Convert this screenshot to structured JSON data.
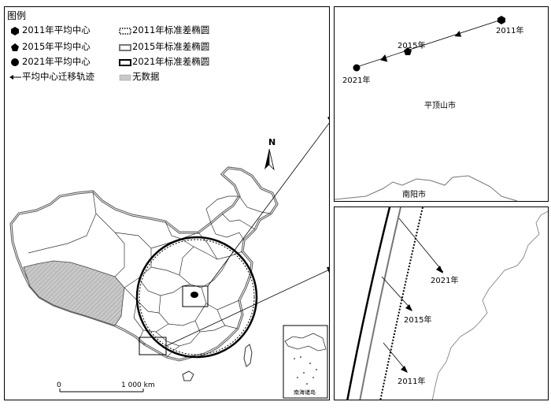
{
  "legend": {
    "title": "图例",
    "items": [
      {
        "key": "c2011",
        "label": "2011年平均中心",
        "icon": "hexagon-marker-icon"
      },
      {
        "key": "c2015",
        "label": "2015年平均中心",
        "icon": "pentagon-marker-icon"
      },
      {
        "key": "c2021",
        "label": "2021年平均中心",
        "icon": "circle-marker-icon"
      },
      {
        "key": "track",
        "label": "平均中心迁移轨迹",
        "icon": "arrow-line-icon"
      },
      {
        "key": "e2011",
        "label": "2011年标准差椭圆",
        "icon": "dotted-rect-icon"
      },
      {
        "key": "e2015",
        "label": "2015年标准差椭圆",
        "icon": "gray-rect-icon"
      },
      {
        "key": "e2021",
        "label": "2021年标准差椭圆",
        "icon": "bold-rect-icon"
      },
      {
        "key": "nodata",
        "label": "无数据",
        "icon": "gray-fill-icon"
      }
    ]
  },
  "north_arrow": {
    "label": "N"
  },
  "scale_bar": {
    "start": "0",
    "end": "1 000 km"
  },
  "south_sea_inset": {
    "label": "南海诸岛"
  },
  "inset_top": {
    "city_label": "平顶山市",
    "neighbor_label": "南阳市",
    "point_labels": {
      "y2011": "2011年",
      "y2015": "2015年",
      "y2021": "2021年"
    }
  },
  "inset_bottom": {
    "labels": {
      "y2021": "2021年",
      "y2015": "2015年",
      "y2011": "2011年"
    }
  },
  "colors": {
    "nodata": "#c8c8c8",
    "ellipse2015": "#777777",
    "line": "#000000"
  }
}
